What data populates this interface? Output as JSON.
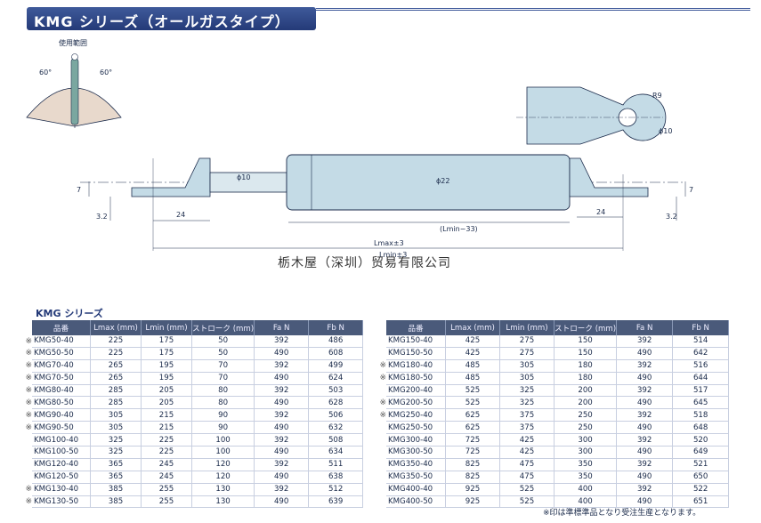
{
  "title": "KMG シリーズ（オールガスタイプ）",
  "diagram": {
    "range_label": "使用範囲",
    "angle_left": "60°",
    "angle_right": "60°",
    "dim_7_left": "7",
    "dim_32_left": "3.2",
    "dim_24_left": "24",
    "dim_phi10": "ϕ10",
    "dim_phi22": "ϕ22",
    "dim_lmin33": "(Lmin−33)",
    "dim_24_right": "24",
    "dim_7_right": "7",
    "dim_32_right": "3.2",
    "dim_lmax": "Lmax±3",
    "dim_lmin": "Lmin±3",
    "dim_r9": "R9",
    "dim_phi10_eye": "ϕ10"
  },
  "watermark": "栃木屋（深圳）贸易有限公司",
  "series_heading": "KMG シリーズ",
  "table_headers": [
    "品番",
    "Lmax (mm)",
    "Lmin (mm)",
    "ストローク (mm)",
    "Fa N",
    "Fb N"
  ],
  "table_left": [
    {
      "mark": "※",
      "model": "KMG50-40",
      "lmax": "225",
      "lmin": "175",
      "stroke": "50",
      "fa": "392",
      "fb": "486"
    },
    {
      "mark": "※",
      "model": "KMG50-50",
      "lmax": "225",
      "lmin": "175",
      "stroke": "50",
      "fa": "490",
      "fb": "608"
    },
    {
      "mark": "※",
      "model": "KMG70-40",
      "lmax": "265",
      "lmin": "195",
      "stroke": "70",
      "fa": "392",
      "fb": "499"
    },
    {
      "mark": "※",
      "model": "KMG70-50",
      "lmax": "265",
      "lmin": "195",
      "stroke": "70",
      "fa": "490",
      "fb": "624"
    },
    {
      "mark": "※",
      "model": "KMG80-40",
      "lmax": "285",
      "lmin": "205",
      "stroke": "80",
      "fa": "392",
      "fb": "503"
    },
    {
      "mark": "※",
      "model": "KMG80-50",
      "lmax": "285",
      "lmin": "205",
      "stroke": "80",
      "fa": "490",
      "fb": "628"
    },
    {
      "mark": "※",
      "model": "KMG90-40",
      "lmax": "305",
      "lmin": "215",
      "stroke": "90",
      "fa": "392",
      "fb": "506"
    },
    {
      "mark": "※",
      "model": "KMG90-50",
      "lmax": "305",
      "lmin": "215",
      "stroke": "90",
      "fa": "490",
      "fb": "632"
    },
    {
      "mark": "",
      "model": "KMG100-40",
      "lmax": "325",
      "lmin": "225",
      "stroke": "100",
      "fa": "392",
      "fb": "508"
    },
    {
      "mark": "",
      "model": "KMG100-50",
      "lmax": "325",
      "lmin": "225",
      "stroke": "100",
      "fa": "490",
      "fb": "634"
    },
    {
      "mark": "",
      "model": "KMG120-40",
      "lmax": "365",
      "lmin": "245",
      "stroke": "120",
      "fa": "392",
      "fb": "511"
    },
    {
      "mark": "",
      "model": "KMG120-50",
      "lmax": "365",
      "lmin": "245",
      "stroke": "120",
      "fa": "490",
      "fb": "638"
    },
    {
      "mark": "※",
      "model": "KMG130-40",
      "lmax": "385",
      "lmin": "255",
      "stroke": "130",
      "fa": "392",
      "fb": "512"
    },
    {
      "mark": "※",
      "model": "KMG130-50",
      "lmax": "385",
      "lmin": "255",
      "stroke": "130",
      "fa": "490",
      "fb": "639"
    }
  ],
  "table_right": [
    {
      "mark": "",
      "model": "KMG150-40",
      "lmax": "425",
      "lmin": "275",
      "stroke": "150",
      "fa": "392",
      "fb": "514"
    },
    {
      "mark": "",
      "model": "KMG150-50",
      "lmax": "425",
      "lmin": "275",
      "stroke": "150",
      "fa": "490",
      "fb": "642"
    },
    {
      "mark": "※",
      "model": "KMG180-40",
      "lmax": "485",
      "lmin": "305",
      "stroke": "180",
      "fa": "392",
      "fb": "516"
    },
    {
      "mark": "※",
      "model": "KMG180-50",
      "lmax": "485",
      "lmin": "305",
      "stroke": "180",
      "fa": "490",
      "fb": "644"
    },
    {
      "mark": "",
      "model": "KMG200-40",
      "lmax": "525",
      "lmin": "325",
      "stroke": "200",
      "fa": "392",
      "fb": "517"
    },
    {
      "mark": "※",
      "model": "KMG200-50",
      "lmax": "525",
      "lmin": "325",
      "stroke": "200",
      "fa": "490",
      "fb": "645"
    },
    {
      "mark": "※",
      "model": "KMG250-40",
      "lmax": "625",
      "lmin": "375",
      "stroke": "250",
      "fa": "392",
      "fb": "518"
    },
    {
      "mark": "",
      "model": "KMG250-50",
      "lmax": "625",
      "lmin": "375",
      "stroke": "250",
      "fa": "490",
      "fb": "648"
    },
    {
      "mark": "",
      "model": "KMG300-40",
      "lmax": "725",
      "lmin": "425",
      "stroke": "300",
      "fa": "392",
      "fb": "520"
    },
    {
      "mark": "",
      "model": "KMG300-50",
      "lmax": "725",
      "lmin": "425",
      "stroke": "300",
      "fa": "490",
      "fb": "649"
    },
    {
      "mark": "",
      "model": "KMG350-40",
      "lmax": "825",
      "lmin": "475",
      "stroke": "350",
      "fa": "392",
      "fb": "521"
    },
    {
      "mark": "",
      "model": "KMG350-50",
      "lmax": "825",
      "lmin": "475",
      "stroke": "350",
      "fa": "490",
      "fb": "650"
    },
    {
      "mark": "",
      "model": "KMG400-40",
      "lmax": "925",
      "lmin": "525",
      "stroke": "400",
      "fa": "392",
      "fb": "522"
    },
    {
      "mark": "",
      "model": "KMG400-50",
      "lmax": "925",
      "lmin": "525",
      "stroke": "400",
      "fa": "490",
      "fb": "651"
    }
  ],
  "footnote": "※印は準標準品となり受注生産となります。",
  "colors": {
    "header_bg": "#4a5a7a",
    "title_bg": "#3f5a9a",
    "part_fill": "#c4dbe6",
    "outline": "#1a2a4a"
  }
}
